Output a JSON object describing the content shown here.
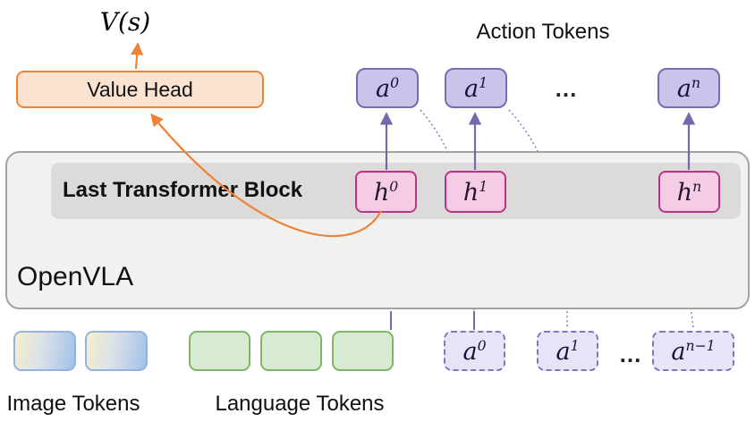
{
  "title_v": "V(s)",
  "labels": {
    "action_tokens": "Action Tokens",
    "value_head": "Value Head",
    "last_transformer_block": "Last Transformer Block",
    "openvla": "OpenVLA",
    "image_tokens": "Image Tokens",
    "language_tokens": "Language Tokens",
    "ellipsis": "..."
  },
  "top_action_tokens": [
    {
      "base": "a",
      "sup": "0"
    },
    {
      "base": "a",
      "sup": "1"
    },
    {
      "base": "a",
      "sup": "n"
    }
  ],
  "hidden_states": [
    {
      "base": "h",
      "sup": "0"
    },
    {
      "base": "h",
      "sup": "1"
    },
    {
      "base": "h",
      "sup": "n"
    }
  ],
  "input_action_tokens": [
    {
      "base": "a",
      "sup": "0"
    },
    {
      "base": "a",
      "sup": "1"
    },
    {
      "base": "a",
      "sup": "n−1"
    }
  ],
  "colors": {
    "orange_accent": "#ee8338",
    "value_head_fill": "#fbe3d0",
    "purple_accent": "#7668ac",
    "action_token_fill": "#cbc3e9",
    "hidden_state_fill": "#f6cce4",
    "magenta_border": "#be3387",
    "openvla_fill": "#f1f1f0",
    "transformer_block_fill": "#dcdbda",
    "language_token_fill": "#d7ead2",
    "green_border": "#7fb569",
    "dashed_token_fill": "#e9e3f8"
  }
}
